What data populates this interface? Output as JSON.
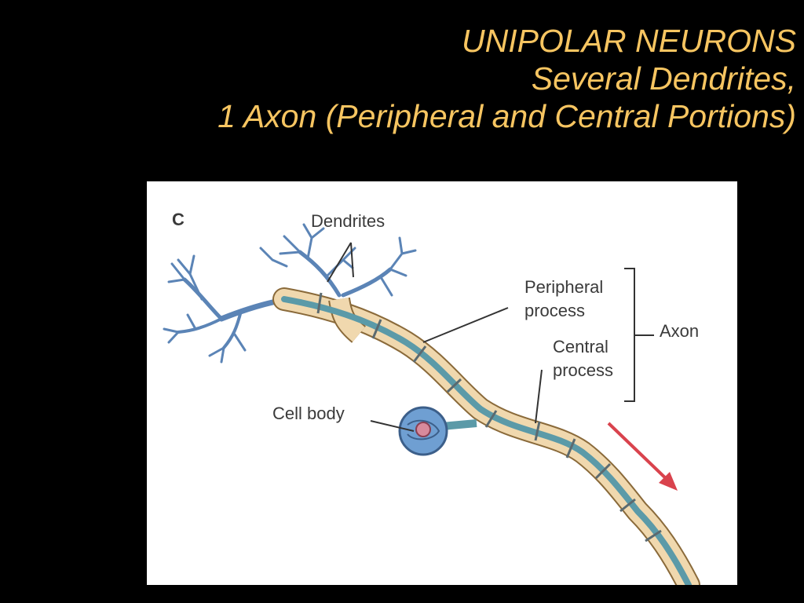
{
  "slide": {
    "title_line1": "UNIPOLAR NEURONS",
    "title_line2": "Several Dendrites,",
    "title_line3": "1 Axon (Peripheral and Central Portions)"
  },
  "figure": {
    "panel_letter": "C",
    "labels": {
      "dendrites": "Dendrites",
      "peripheral_line1": "Peripheral",
      "peripheral_line2": "process",
      "central_line1": "Central",
      "central_line2": "process",
      "axon": "Axon",
      "cell_body": "Cell body"
    },
    "colors": {
      "title": "#f7c561",
      "dendrite": "#5b84b6",
      "myelin": "#f0d8ae",
      "axon_core": "#5b9aa8",
      "cell_body": "#6f9fd2",
      "nucleus": "#d88a9c",
      "arrow": "#d9434d"
    }
  }
}
